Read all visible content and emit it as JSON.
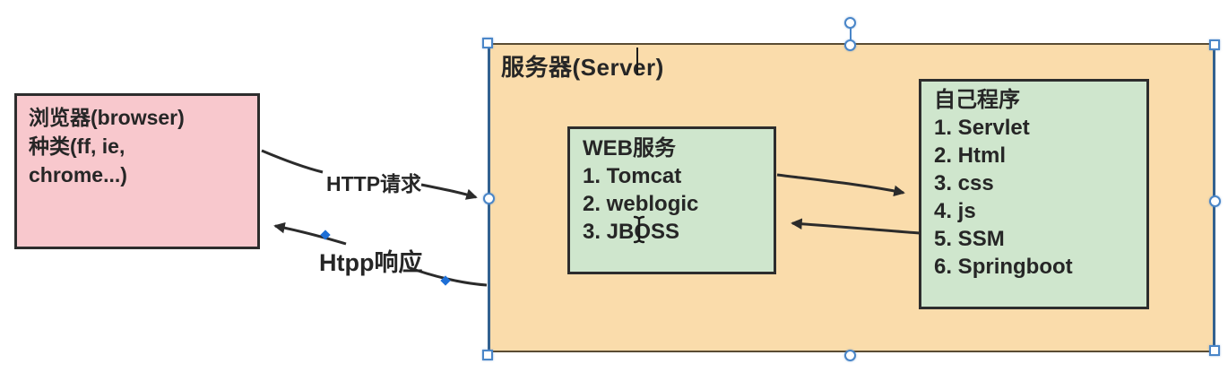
{
  "browser_box": {
    "lines": [
      "浏览器(browser)",
      "种类(ff, ie,",
      "chrome...)"
    ]
  },
  "server_box": {
    "label": "服务器(Server)"
  },
  "web_service_box": {
    "title": "WEB服务",
    "items": [
      "1. Tomcat",
      "2. weblogic",
      "3. JBOSS"
    ]
  },
  "own_program_box": {
    "title": "自己程序",
    "items": [
      "1. Servlet",
      "2. Html",
      "3. css",
      "4. js",
      "5. SSM",
      "6. Springboot"
    ]
  },
  "connectors": {
    "request_label": "HTTP请求",
    "response_label": "Htpp响应"
  },
  "colors": {
    "browser_fill": "#f8c8cd",
    "server_fill": "#fadcab",
    "inner_box_fill": "#cfe6cd",
    "outline": "#2d2d2d",
    "selection_blue": "#33618f",
    "handle_border": "#4a86c8",
    "vertex_dot": "#1e6fd6"
  }
}
